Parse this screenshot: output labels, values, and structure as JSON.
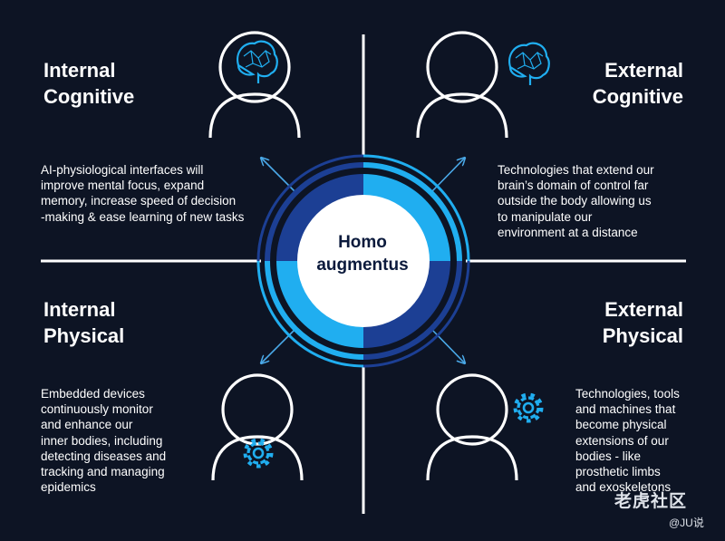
{
  "center": {
    "line1": "Homo",
    "line2": "augmentus"
  },
  "quadrants": {
    "internal_cognitive": {
      "title": [
        "Internal",
        "Cognitive"
      ],
      "description": [
        "AI-physiological interfaces will",
        "improve mental focus, expand",
        "memory, increase speed of decision",
        "-making & ease learning of new tasks"
      ],
      "icon": "brain-icon"
    },
    "external_cognitive": {
      "title": [
        "External",
        "Cognitive"
      ],
      "description": [
        "Technologies that extend our",
        "brain’s domain of control far",
        "outside the body allowing us",
        "to manipulate our",
        "environment at a distance"
      ],
      "icon": "brain-icon"
    },
    "internal_physical": {
      "title": [
        "Internal",
        "Physical"
      ],
      "description": [
        "Embedded devices",
        "continuously monitor",
        "and enhance our",
        "inner bodies, including",
        "detecting diseases and",
        "tracking and managing",
        "epidemics"
      ],
      "icon": "gear-icon"
    },
    "external_physical": {
      "title": [
        "External",
        "Physical"
      ],
      "description": [
        "Technologies, tools",
        "and machines that",
        "become physical",
        "extensions of our",
        "bodies - like",
        "prosthetic limbs",
        "and exoskeletons"
      ],
      "icon": "gear-icon"
    }
  },
  "watermark": {
    "logo_text": "老虎社区",
    "credit": "@JU说"
  },
  "colors": {
    "background": "#0d1424",
    "navy": "#1c3f94",
    "light_blue": "#20aef0",
    "white": "#ffffff"
  }
}
